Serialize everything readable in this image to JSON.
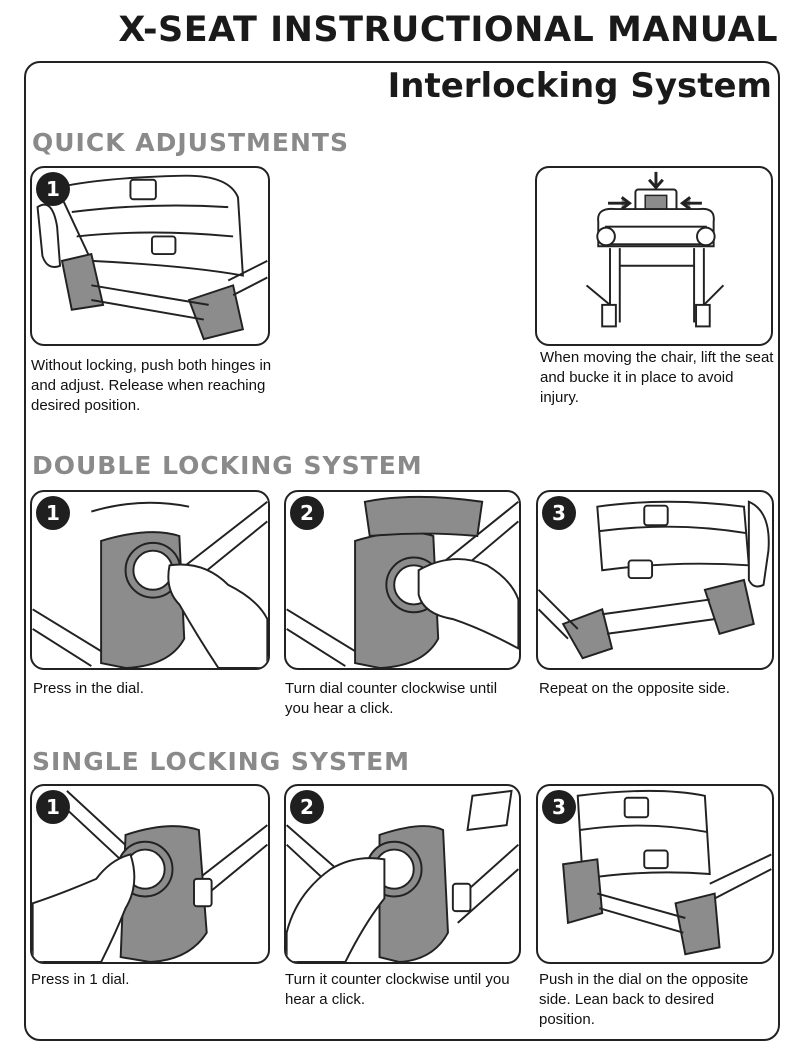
{
  "header": {
    "title": "X-SEAT INSTRUCTIONAL MANUAL",
    "subtitle": "Interlocking System"
  },
  "quick_adjustments": {
    "title": "QUICK ADJUSTMENTS",
    "steps": [
      {
        "number": "1",
        "caption": "Without locking, push both hinges in and adjust. Release when reaching desired position."
      },
      {
        "number": "",
        "caption": "When moving the chair, lift the seat and bucke it in place to avoid injury."
      }
    ]
  },
  "double_locking": {
    "title": "DOUBLE LOCKING SYSTEM",
    "steps": [
      {
        "number": "1",
        "caption": "Press in the dial."
      },
      {
        "number": "2",
        "caption": "Turn dial counter clockwise until you hear a click."
      },
      {
        "number": "3",
        "caption": "Repeat on the opposite side."
      }
    ]
  },
  "single_locking": {
    "title": "SINGLE LOCKING SYSTEM",
    "steps": [
      {
        "number": "1",
        "caption": "Press in 1 dial."
      },
      {
        "number": "2",
        "caption": "Turn it counter clockwise until you hear a click."
      },
      {
        "number": "3",
        "caption": "Push in the dial on the opposite side. Lean back to desired position."
      }
    ]
  },
  "colors": {
    "section_heading": "#8a8a8a",
    "illustration_gray": "#8c8c8c",
    "outline": "#222222"
  }
}
